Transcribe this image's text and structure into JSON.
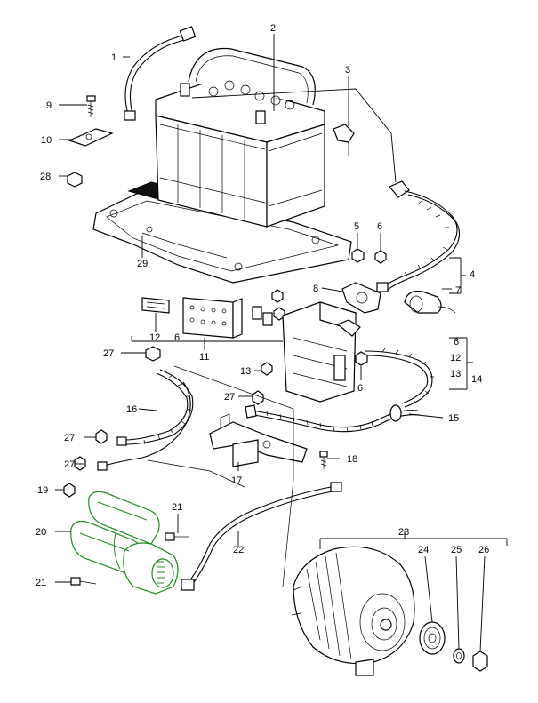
{
  "diagram": {
    "callouts": {
      "c1": "1",
      "c2": "2",
      "c3": "3",
      "c4": "4",
      "c5": "5",
      "c6a": "6",
      "c6b": "6",
      "c6c": "6",
      "c6d": "6",
      "c7": "7",
      "c8": "8",
      "c9": "9",
      "c10": "10",
      "c11": "11",
      "c12a": "12",
      "c12b": "12",
      "c13a": "13",
      "c13b": "13",
      "c14": "14",
      "c15": "15",
      "c16": "16",
      "c17": "17",
      "c18": "18",
      "c19": "19",
      "c20": "20",
      "c21a": "21",
      "c21b": "21",
      "c22": "22",
      "c23": "23",
      "c24": "24",
      "c25": "25",
      "c26": "26",
      "c27a": "27",
      "c27b": "27",
      "c27c": "27",
      "c27d": "27",
      "c28": "28",
      "c29": "29"
    },
    "highlight_color": "#1e8c1e"
  }
}
